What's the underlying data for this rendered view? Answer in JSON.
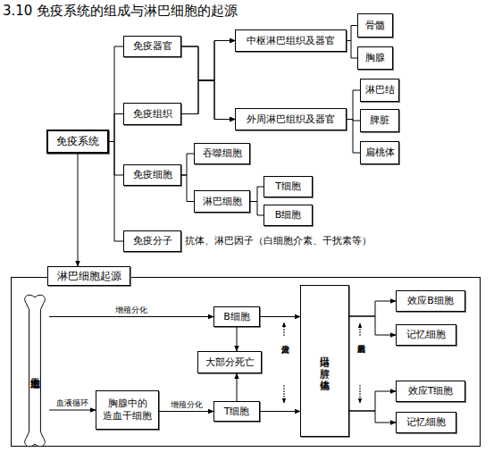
{
  "diagram": {
    "title": "3.10 免疫系统的组成与淋巴细胞的起源",
    "nodes": [
      {
        "text": [
          "免疫系统"
        ]
      },
      {
        "text": [
          "免疫器官"
        ]
      },
      {
        "text": [
          "中枢淋巴组织及器官"
        ]
      },
      {
        "text": [
          "骨髓"
        ]
      },
      {
        "text": [
          "胸腺"
        ]
      },
      {
        "text": [
          "免疫组织"
        ]
      },
      {
        "text": [
          "外周淋巴组织及器官"
        ]
      },
      {
        "text": [
          "淋巴结"
        ]
      },
      {
        "text": [
          "脾脏"
        ]
      },
      {
        "text": [
          "扁桃体"
        ]
      },
      {
        "text": [
          "免疫细胞"
        ]
      },
      {
        "text": [
          "吞噬细胞"
        ]
      },
      {
        "text": [
          "淋巴细胞"
        ]
      },
      {
        "text": [
          "T细胞"
        ]
      },
      {
        "text": [
          "B细胞"
        ]
      },
      {
        "text": [
          "免疫分子"
        ]
      },
      {
        "text": [
          "淋巴细胞起源"
        ]
      },
      {
        "text": [
          "造血干细胞"
        ],
        "in": 16
      },
      {
        "text": [
          "B细胞"
        ],
        "in": 16
      },
      {
        "text": [
          "大部分死亡"
        ],
        "in": 16
      },
      {
        "text": [
          "胸腺中的 造血干细胞"
        ],
        "in": 16
      },
      {
        "text": [
          "T细胞"
        ],
        "in": 16
      },
      {
        "text": [
          "淋巴结 脾脏 扁桃体"
        ],
        "in": 16
      },
      {
        "text": [
          "效应B细胞"
        ],
        "in": 16
      },
      {
        "text": [
          "记忆细胞"
        ],
        "in": 16
      },
      {
        "text": [
          "效应T细胞"
        ],
        "in": 16
      },
      {
        "text": [
          "记忆细胞"
        ],
        "in": 16
      }
    ],
    "edges": [
      {
        "from": 0,
        "to": 1,
        "arrow": "none"
      },
      {
        "from": 0,
        "to": 5,
        "arrow": "none"
      },
      {
        "from": 0,
        "to": 10,
        "arrow": "none"
      },
      {
        "from": 0,
        "to": 15,
        "arrow": "none"
      },
      {
        "from": 1,
        "to": 2,
        "arrow": "to"
      },
      {
        "from": 1,
        "to": 6,
        "arrow": "to"
      },
      {
        "from": 5,
        "to": 2,
        "arrow": "to"
      },
      {
        "from": 5,
        "to": 6,
        "arrow": "to"
      },
      {
        "from": 2,
        "to": 3,
        "arrow": "none"
      },
      {
        "from": 2,
        "to": 4,
        "arrow": "none"
      },
      {
        "from": 6,
        "to": 7,
        "arrow": "none"
      },
      {
        "from": 6,
        "to": 8,
        "arrow": "none"
      },
      {
        "from": 6,
        "to": 9,
        "arrow": "none"
      },
      {
        "from": 10,
        "to": 11,
        "arrow": "none"
      },
      {
        "from": 10,
        "to": 12,
        "arrow": "none"
      },
      {
        "from": 12,
        "to": 13,
        "arrow": "none"
      },
      {
        "from": 12,
        "to": 14,
        "arrow": "none"
      },
      {
        "from": 0,
        "to": 16,
        "arrow": "to"
      },
      {
        "from": 17,
        "to": 18,
        "label": "增殖分化",
        "arrow": "to"
      },
      {
        "from": 17,
        "to": 20,
        "label": "血液循环",
        "arrow": "to"
      },
      {
        "from": 20,
        "to": 21,
        "label": "增殖分化",
        "arrow": "to"
      },
      {
        "from": 18,
        "to": 19,
        "arrow": "to"
      },
      {
        "from": 21,
        "to": 19,
        "arrow": "to"
      },
      {
        "from": 18,
        "to": 22,
        "arrow": "to"
      },
      {
        "from": 21,
        "to": 22,
        "arrow": "to"
      },
      {
        "from": 22,
        "to": 23,
        "arrow": "to"
      },
      {
        "from": 22,
        "to": 24,
        "arrow": "to"
      },
      {
        "from": 22,
        "to": 25,
        "arrow": "to"
      },
      {
        "from": 22,
        "to": 26,
        "arrow": "to"
      }
    ],
    "labels": [
      "抗体、淋巴因子（白细胞介素、干扰素等）",
      "少部分进入",
      "抗原刺激后"
    ]
  }
}
